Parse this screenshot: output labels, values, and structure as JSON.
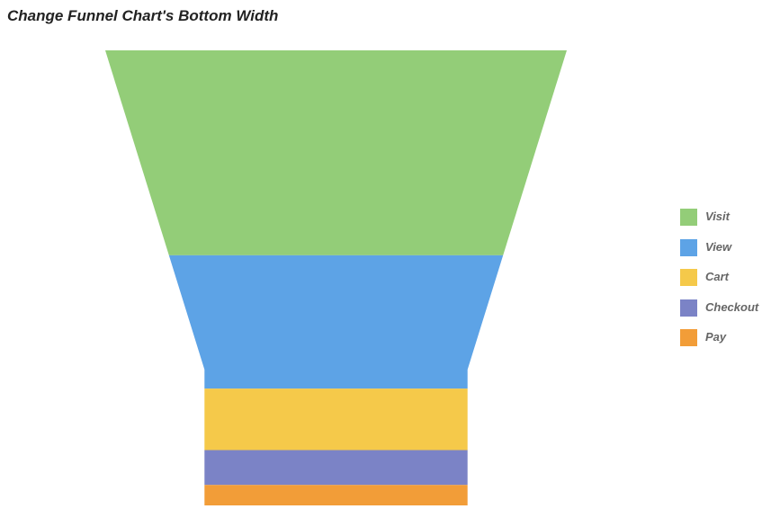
{
  "chart_data": {
    "type": "funnel",
    "title": "Change Funnel Chart's Bottom Width",
    "categories": [
      "Visit",
      "View",
      "Cart",
      "Checkout",
      "Pay"
    ],
    "values": [
      100,
      65,
      30,
      17,
      10
    ],
    "colors": [
      "#93cd78",
      "#5da3e6",
      "#f5c94a",
      "#7b83c6",
      "#f29d38"
    ],
    "legend": "right",
    "bottom_width_percent": 57
  }
}
